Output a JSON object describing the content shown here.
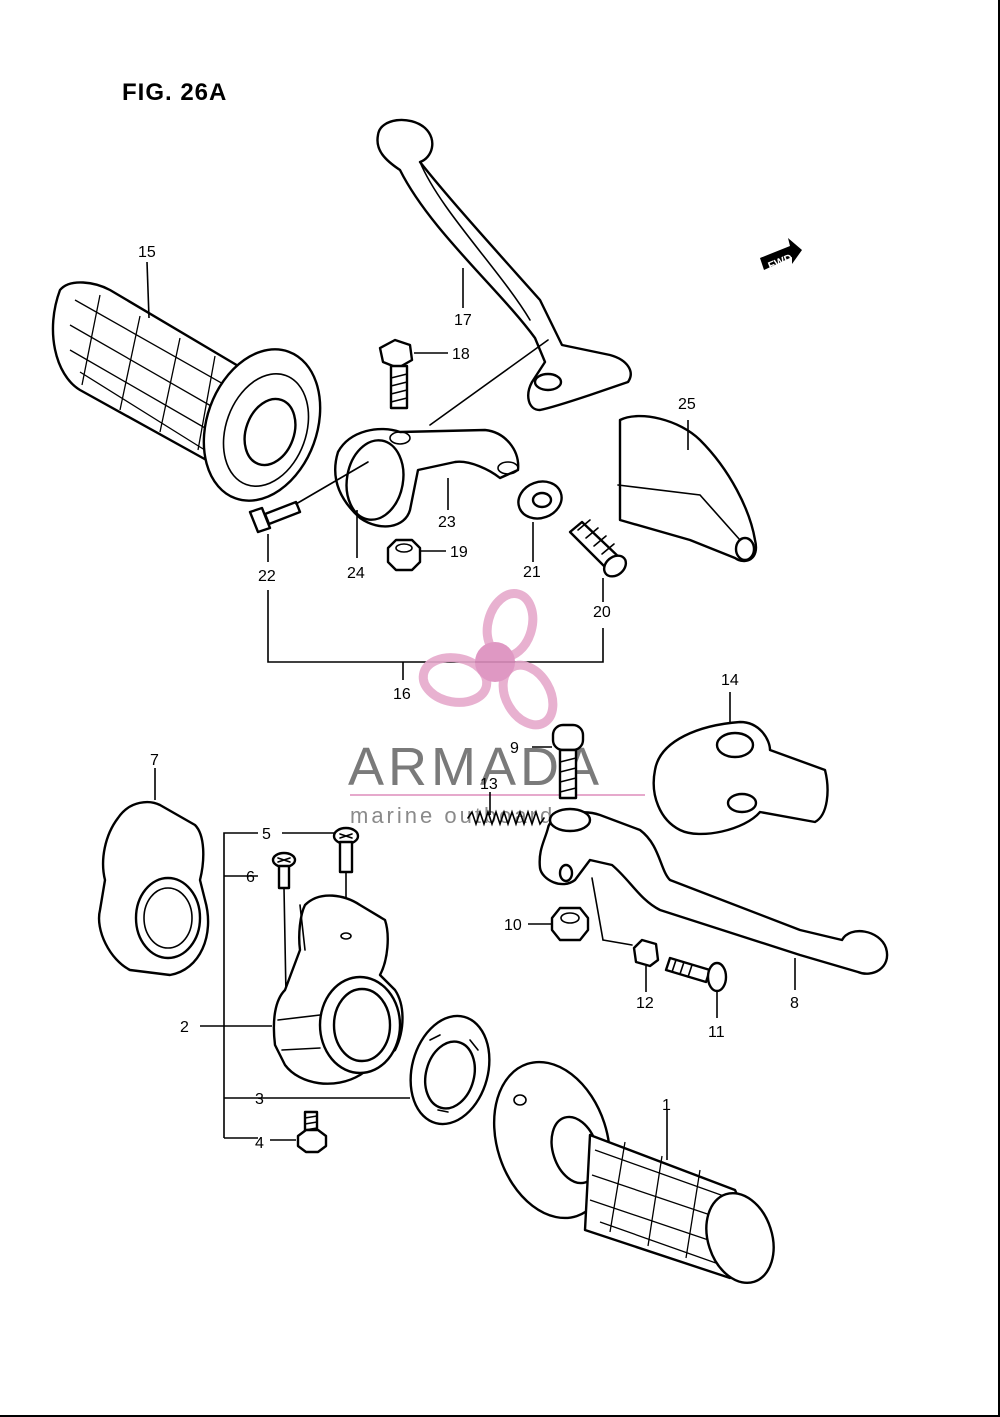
{
  "title": "FIG. 26A",
  "fwd_label": "FWD",
  "watermark": {
    "brand": "ARMADA",
    "tagline": "marine outboards",
    "logo_color": "#e6a9cc",
    "logo_center_color": "#dc8dbd"
  },
  "part_numbers": {
    "p1": "1",
    "p2": "2",
    "p3": "3",
    "p4": "4",
    "p5": "5",
    "p6": "6",
    "p7": "7",
    "p8": "8",
    "p9": "9",
    "p10": "10",
    "p11": "11",
    "p12": "12",
    "p13": "13",
    "p14": "14",
    "p15": "15",
    "p16": "16",
    "p17": "17",
    "p18": "18",
    "p19": "19",
    "p20": "20",
    "p21": "21",
    "p22": "22",
    "p23": "23",
    "p24": "24",
    "p25": "25"
  }
}
